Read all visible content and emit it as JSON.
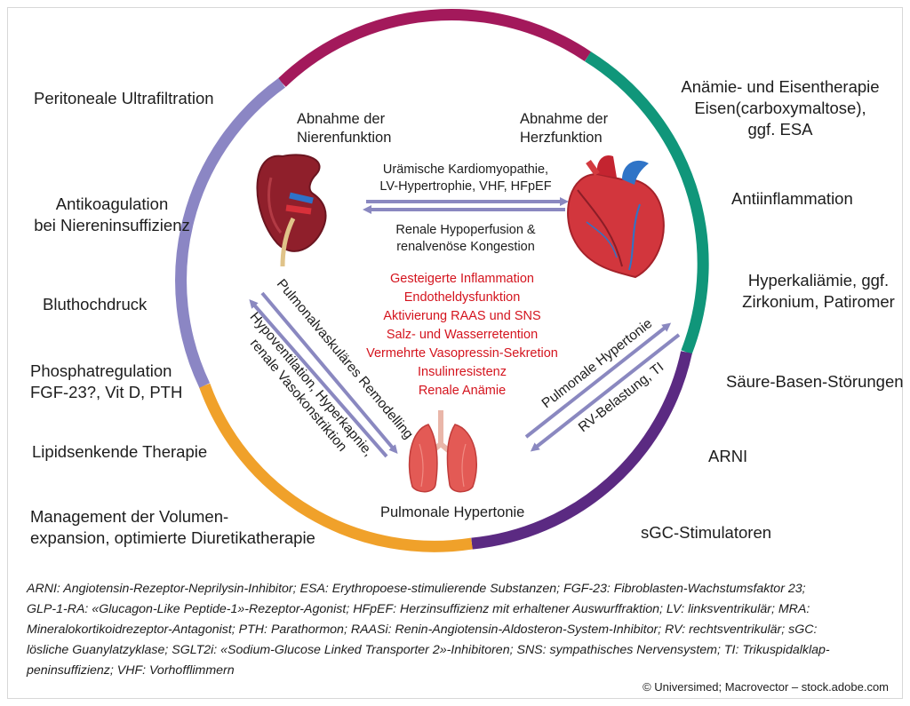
{
  "left_labels": [
    [
      "Peritoneale Ultrafiltration"
    ],
    [
      "Antikoagulation",
      "bei Niereninsuffizienz"
    ],
    [
      "Bluthochdruck"
    ],
    [
      "Phosphatregulation",
      "FGF-23?, Vit D, PTH"
    ],
    [
      "Lipidsenkende Therapie"
    ],
    [
      "Management der Volumen-",
      "expansion, optimierte Diuretikatherapie"
    ]
  ],
  "right_labels": [
    [
      "Anämie- und Eisentherapie",
      "Eisen(carboxymaltose),",
      "ggf. ESA"
    ],
    [
      "Antiinflammation"
    ],
    [
      "Hyperkaliämie, ggf.",
      "Zirkonium, Patiromer"
    ],
    [
      "Säure-Basen-Störungen"
    ],
    [
      "ARNI"
    ],
    [
      "sGC-Stimulatoren"
    ]
  ],
  "organs": {
    "kidney": [
      "Abnahme der",
      "Nierenfunktion"
    ],
    "heart": [
      "Abnahme der",
      "Herzfunktion"
    ],
    "lung": "Pulmonale Hypertonie"
  },
  "arrows": {
    "kidney_to_heart": [
      "Urämische Kardiomyopathie,",
      "LV-Hypertrophie, VHF, HFpEF"
    ],
    "heart_to_kidney": [
      "Renale Hypoperfusion &",
      "renalvenöse Kongestion"
    ],
    "kidney_to_lung": "Pulmonalvaskuläres Remodelling",
    "lung_to_kidney": [
      "Hypoventilation, Hyperkapnie,",
      "renale Vasokonstriktion"
    ],
    "lung_to_heart": "Pulmonale Hypertonie",
    "heart_to_lung": "RV-Belastung, TI"
  },
  "center_mechanisms": [
    "Gesteigerte Inflammation",
    "Endotheldysfunktion",
    "Aktivierung RAAS und SNS",
    "Salz- und Wasserretention",
    "Vermehrte Vasopressin-Sekretion",
    "Insulinresistenz",
    "Renale Anämie"
  ],
  "footnote": [
    "ARNI: Angiotensin-Rezeptor-Neprilysin-Inhibitor; ESA: Erythropoese-stimulierende Substanzen; FGF-23: Fibroblasten-Wachstumsfaktor 23;",
    "GLP-1-RA: «Glucagon-Like Peptide-1»-Rezeptor-Agonist; HFpEF: Herzinsuffizienz mit erhaltener Auswurffraktion; LV: linksventrikulär; MRA:",
    "Mineralokortikoidrezeptor-Antagonist; PTH: Parathormon; RAASi: Renin-Angiotensin-Aldosteron-System-Inhibitor; RV: rechtsventrikulär; sGC:",
    "lösliche Guanylatzyklase; SGLT2i: «Sodium-Glucose Linked Transporter 2»-Inhibitoren; SNS: sympathisches Nervensystem; TI: Trikuspidalklap-",
    "peninsuffizienz; VHF: Vorhofflimmern"
  ],
  "copyright": "© Universimed; Macrovector – stock.adobe.com",
  "colors": {
    "ring_top": "#a3195b",
    "ring_right_upper": "#10967a",
    "ring_right_lower": "#5b2a82",
    "ring_bottom_left": "#f0a12a",
    "ring_left": "#8b86c4",
    "arrow": "#8a88c0",
    "mechanism_text": "#d4141e"
  }
}
